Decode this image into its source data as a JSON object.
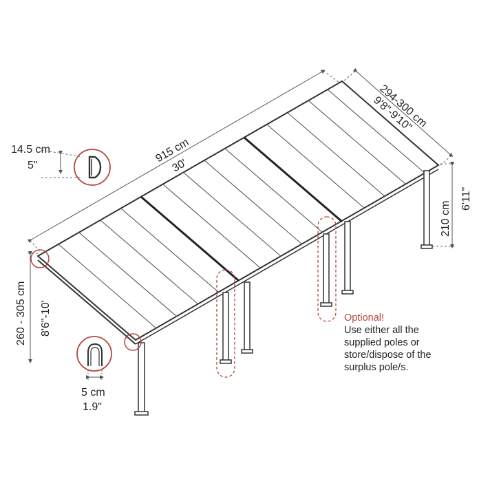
{
  "dimensions": {
    "length_cm": "915 cm",
    "length_ft": "30'",
    "depth_cm": "294-300 cm",
    "depth_ft": "9'8\"-9'10\"",
    "rear_height_cm": "210 cm",
    "rear_height_ft": "6'11\"",
    "front_height_cm": "260 - 305 cm",
    "front_height_ft": "8'6\"-10'",
    "gutter_height_cm": "14.5 cm",
    "gutter_height_in": "5\"",
    "post_width_cm": "5 cm",
    "post_width_in": "1.9\""
  },
  "note": {
    "title": "Optional!",
    "lines": [
      "Use either all the",
      "supplied poles or",
      "store/dispose of the",
      "surplus pole/s."
    ]
  },
  "colors": {
    "frame": "#333333",
    "dim_line": "#555555",
    "accent": "#b8453f"
  }
}
